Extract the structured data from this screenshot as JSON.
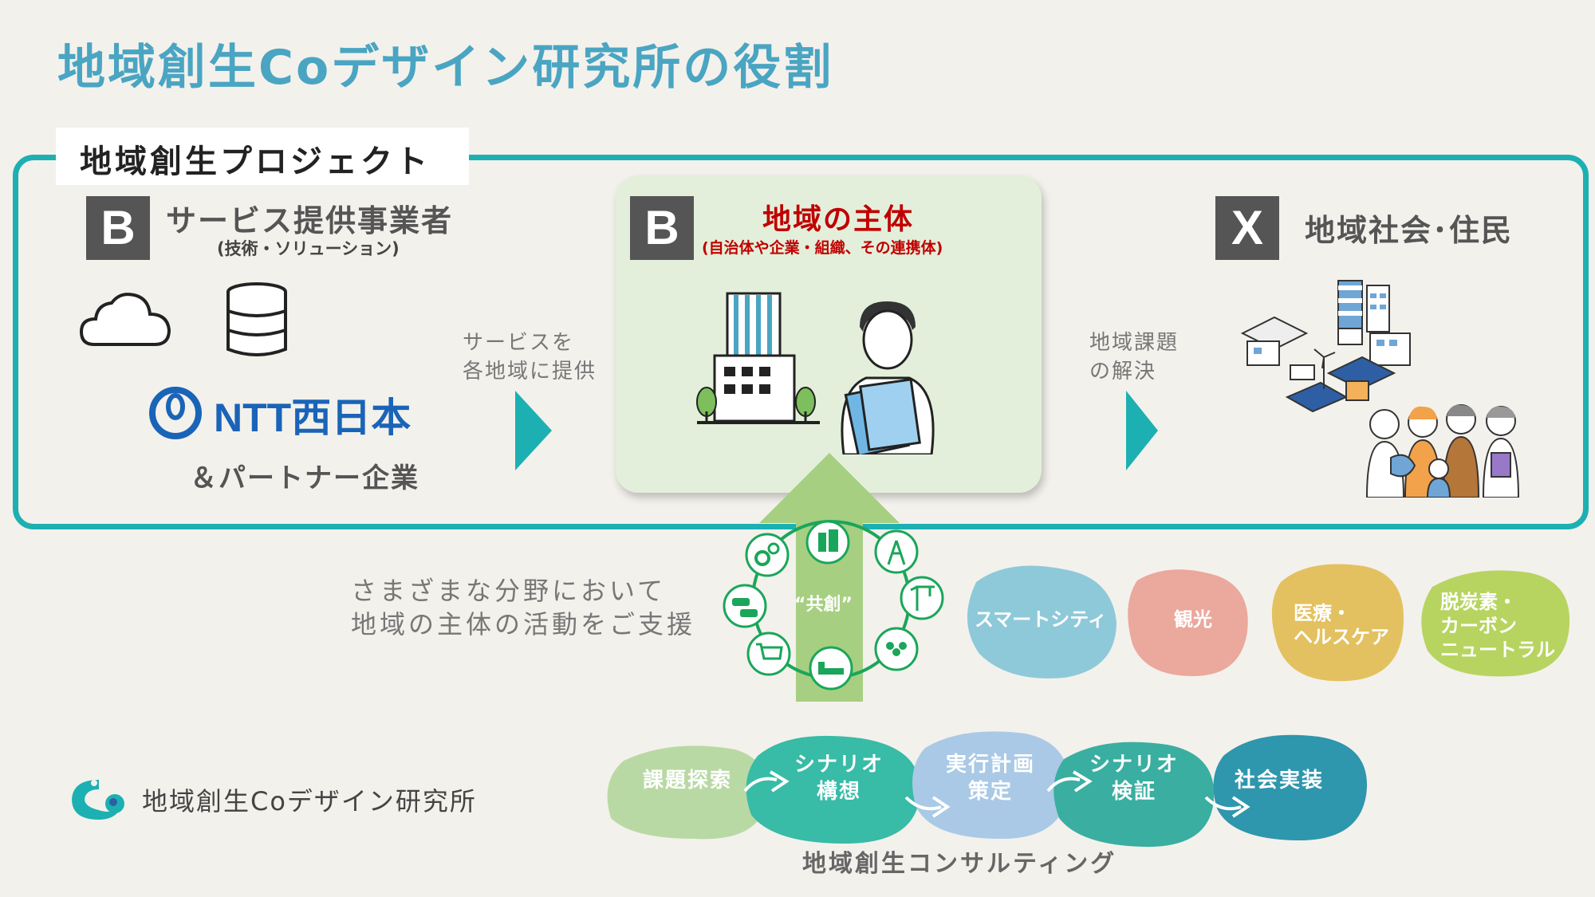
{
  "title": "地域創生Coデザイン研究所の役割",
  "project": {
    "label": "地域創生プロジェクト",
    "provider": {
      "badge": "B",
      "title": "サービス提供事業者",
      "subtitle": "(技術・ソリューション)",
      "logo_text": "NTT西日本",
      "partner": "＆パートナー企業"
    },
    "arrow1_text": [
      "サービスを",
      "各地域に提供"
    ],
    "center": {
      "badge": "B",
      "title": "地域の主体",
      "subtitle": "(自治体や企業・組織、その連携体)"
    },
    "arrow2_text": [
      "地域課題",
      "の解決"
    ],
    "society": {
      "badge": "X",
      "title": "地域社会･住民"
    }
  },
  "support_text": [
    "さまざまな分野において",
    "地域の主体の活動をご支援"
  ],
  "cocreation_label": "“共創”",
  "fields": [
    {
      "label": "スマートシティ",
      "color": "#8ec9d9"
    },
    {
      "label": "観光",
      "color": "#eba89c"
    },
    {
      "label": "医療・\nヘルスケア",
      "color": "#e3c160"
    },
    {
      "label": "脱炭素・\nカーボン\nニュートラル",
      "color": "#b7d460"
    }
  ],
  "consulting": {
    "steps": [
      {
        "label": "課題探索",
        "color": "#b9d9a4"
      },
      {
        "label": "シナリオ\n構想",
        "color": "#38bba7"
      },
      {
        "label": "実行計画\n策定",
        "color": "#a9c9e6"
      },
      {
        "label": "シナリオ\n検証",
        "color": "#3aaea0"
      },
      {
        "label": "社会実装",
        "color": "#2e96ad"
      }
    ],
    "label": "地域創生コンサルティング"
  },
  "footer_logo_text": "地域創生Coデザイン研究所",
  "colors": {
    "title": "#4aa5c2",
    "frame": "#1db0b2",
    "green_arrow": "#a6cf82",
    "icon_green": "#1aa65a"
  }
}
